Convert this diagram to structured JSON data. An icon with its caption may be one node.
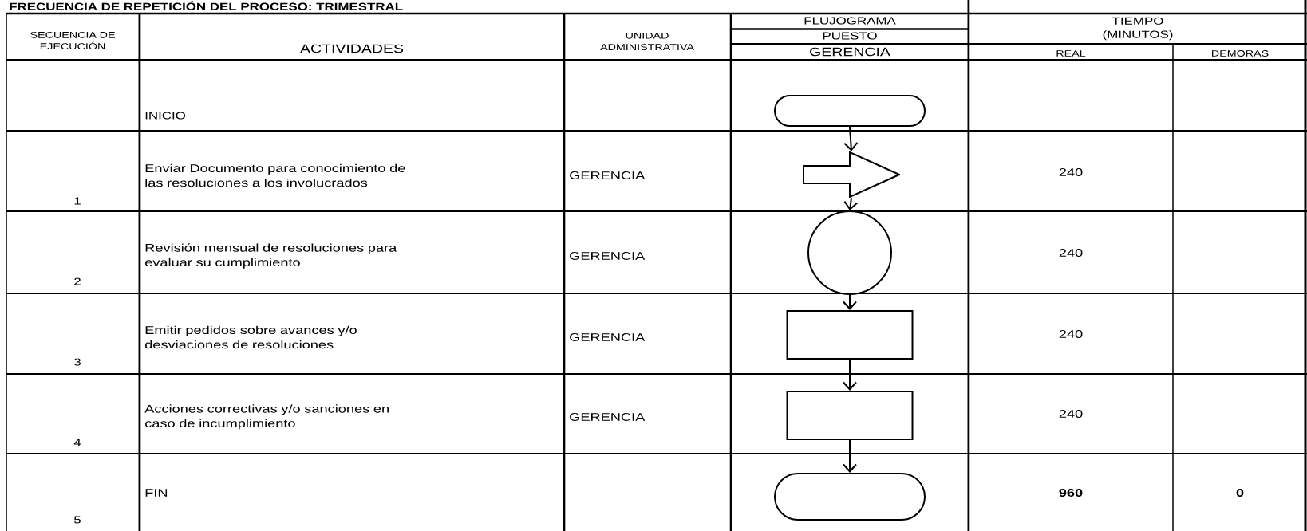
{
  "diagram": {
    "nodes": [
      {
        "text": [],
        "shape": "oval"
      },
      {
        "text": [],
        "shape": "arrow"
      },
      {
        "text": [],
        "shape": "circle"
      },
      {
        "text": [],
        "shape": "box"
      },
      {
        "text": [],
        "shape": "box"
      },
      {
        "text": [],
        "shape": "oval"
      }
    ],
    "edges": [
      {
        "from": 0,
        "to": 1,
        "arrow": "to"
      },
      {
        "from": 1,
        "to": 2,
        "arrow": "to"
      },
      {
        "from": 2,
        "to": 3,
        "arrow": "to"
      },
      {
        "from": 3,
        "to": 4,
        "arrow": "to"
      },
      {
        "from": 4,
        "to": 5,
        "arrow": "to"
      }
    ],
    "labels": [
      "FRECUENCIA DE REPETICIÓN DEL PROCESO: TRIMESTRAL",
      "SECUENCIA DE EJECUCIÓN",
      "ACTIVIDADES",
      "UNIDAD ADMINISTRATIVA",
      "FLUJOGRAMA",
      "TIEMPO (MINUTOS)",
      "PUESTO",
      "GERENCIA",
      "REAL",
      "DEMORAS",
      "INICIO",
      "1",
      "Enviar Documento para conocimiento de las resoluciones a los involucrados",
      "GERENCIA",
      "240",
      "2",
      "Revisión mensual de resoluciones para evaluar su cumplimiento",
      "GERENCIA",
      "240",
      "3",
      "Emitir pedidos sobre avances y/o desviaciones de resoluciones",
      "GERENCIA",
      "240",
      "4",
      "Acciones correctivas y/o sanciones en caso de incumplimiento",
      "GERENCIA",
      "240",
      "5",
      "FIN",
      "960",
      "0"
    ]
  }
}
